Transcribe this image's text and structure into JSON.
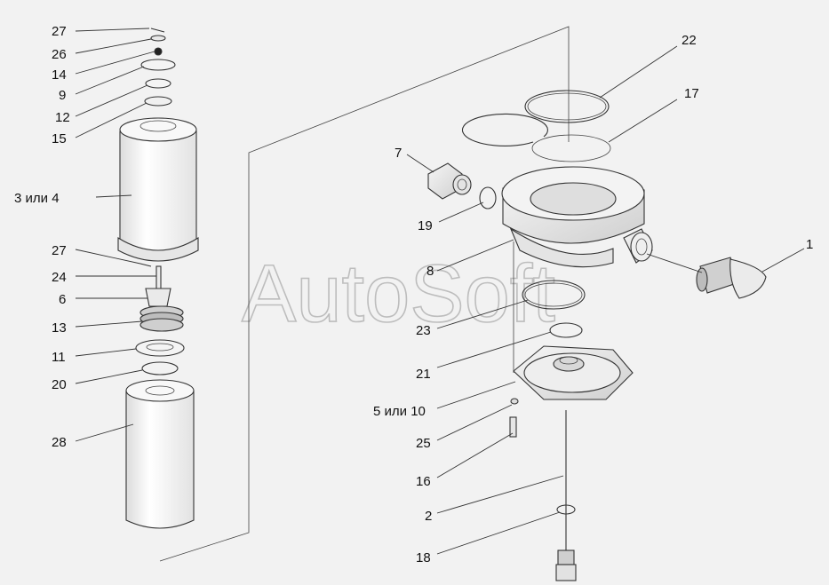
{
  "watermark": "AutoSoft",
  "labels": {
    "l27a": "27",
    "l26": "26",
    "l14": "14",
    "l9": "9",
    "l12": "12",
    "l15": "15",
    "l3or4": "3 или 4",
    "l27b": "27",
    "l24": "24",
    "l6": "6",
    "l13": "13",
    "l11": "11",
    "l20": "20",
    "l28": "28",
    "l22": "22",
    "l17": "17",
    "l7": "7",
    "l19": "19",
    "l1": "1",
    "l8": "8",
    "l23": "23",
    "l21": "21",
    "l5or10": "5 или 10",
    "l25": "25",
    "l16": "16",
    "l2": "2",
    "l18": "18"
  }
}
